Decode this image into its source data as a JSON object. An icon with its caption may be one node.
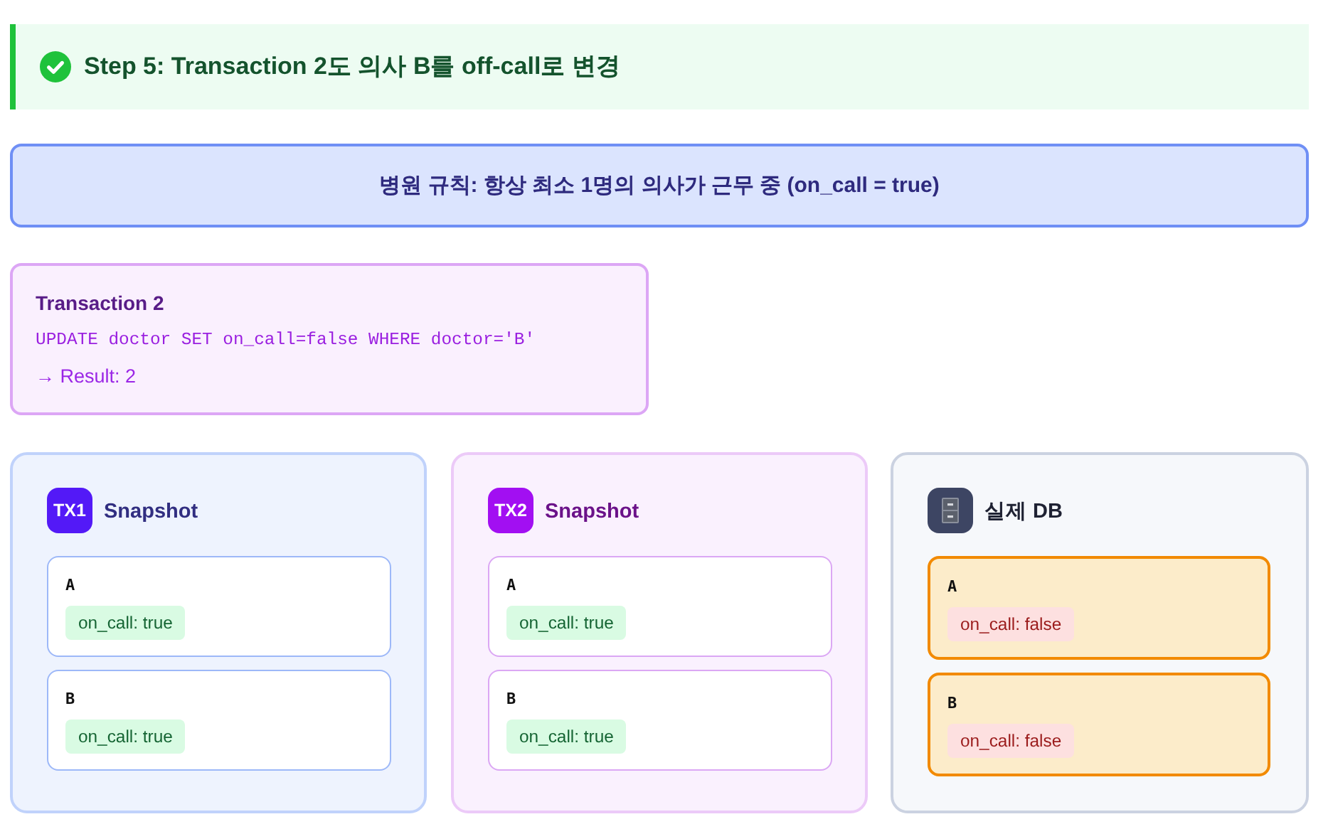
{
  "diagram": {
    "nodes": [
      {
        "text": [
          "Step 5: Transaction 2도 의사 B를 off-call로 변경"
        ]
      },
      {
        "text": [
          "병원 규칙: 항상 최소 1명의 의사가 근무 중 (on_call = true)"
        ]
      },
      {
        "text": [
          "Transaction 2",
          "UPDATE doctor SET on_call=false WHERE doctor='B'",
          "→ Result: 2"
        ]
      },
      {
        "text": [
          "Snapshot"
        ]
      },
      {
        "text": [
          "TX1"
        ],
        "in": 3
      },
      {
        "text": [
          "A"
        ],
        "in": 3
      },
      {
        "text": [
          "on_call: true"
        ],
        "in": 5
      },
      {
        "text": [
          "B"
        ],
        "in": 3
      },
      {
        "text": [
          "on_call: true"
        ],
        "in": 7
      },
      {
        "text": [
          "Snapshot"
        ]
      },
      {
        "text": [
          "TX2"
        ],
        "in": 9
      },
      {
        "text": [
          "A"
        ],
        "in": 9
      },
      {
        "text": [
          "on_call: true"
        ],
        "in": 11
      },
      {
        "text": [
          "B"
        ],
        "in": 9
      },
      {
        "text": [
          "on_call: true"
        ],
        "in": 13
      },
      {
        "text": [
          "실제 DB"
        ]
      },
      {
        "text": [
          "A"
        ],
        "in": 15
      },
      {
        "text": [
          "on_call: false"
        ],
        "in": 16
      },
      {
        "text": [
          "B"
        ],
        "in": 15
      },
      {
        "text": [
          "on_call: false"
        ],
        "in": 18
      }
    ]
  }
}
